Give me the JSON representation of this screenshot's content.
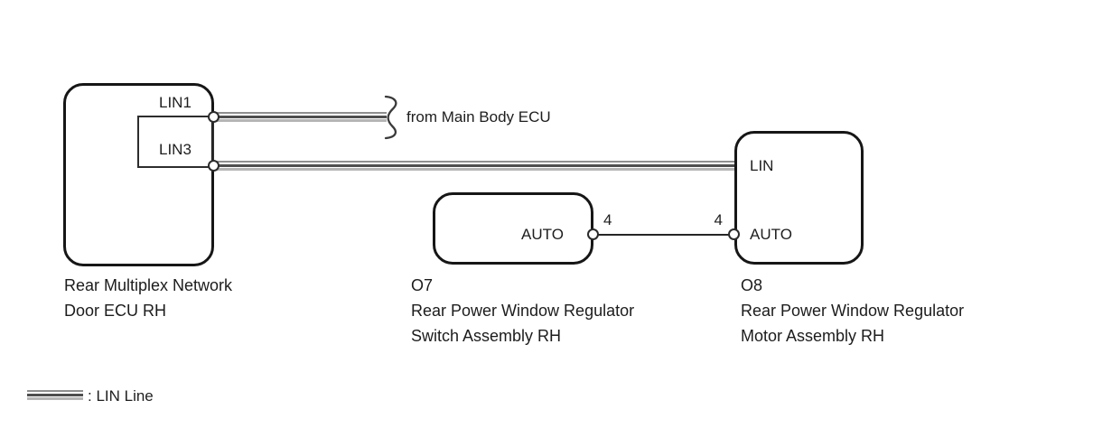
{
  "diagram": {
    "ecu": {
      "pin1_label": "LIN1",
      "pin2_label": "LIN3",
      "caption_line1": "Rear Multiplex Network",
      "caption_line2": "Door ECU RH"
    },
    "switch": {
      "code": "O7",
      "pin_label": "AUTO",
      "pin_number": "4",
      "caption_line1": "Rear Power Window Regulator",
      "caption_line2": "Switch Assembly RH"
    },
    "motor": {
      "code": "O8",
      "lin_pin_label": "LIN",
      "auto_pin_label": "AUTO",
      "pin_number": "4",
      "caption_line1": "Rear Power Window Regulator",
      "caption_line2": "Motor Assembly RH"
    },
    "annotations": {
      "from_main_body_ecu": "from Main Body ECU"
    },
    "legend": {
      "lin_line": ": LIN Line"
    },
    "colors": {
      "box_stroke": "#161616",
      "lin_stripe_top": "#8f8f8f",
      "lin_stripe_middle": "#4e4e4e",
      "lin_stripe_bottom": "#b5b5b5",
      "wire": "#262626"
    }
  }
}
